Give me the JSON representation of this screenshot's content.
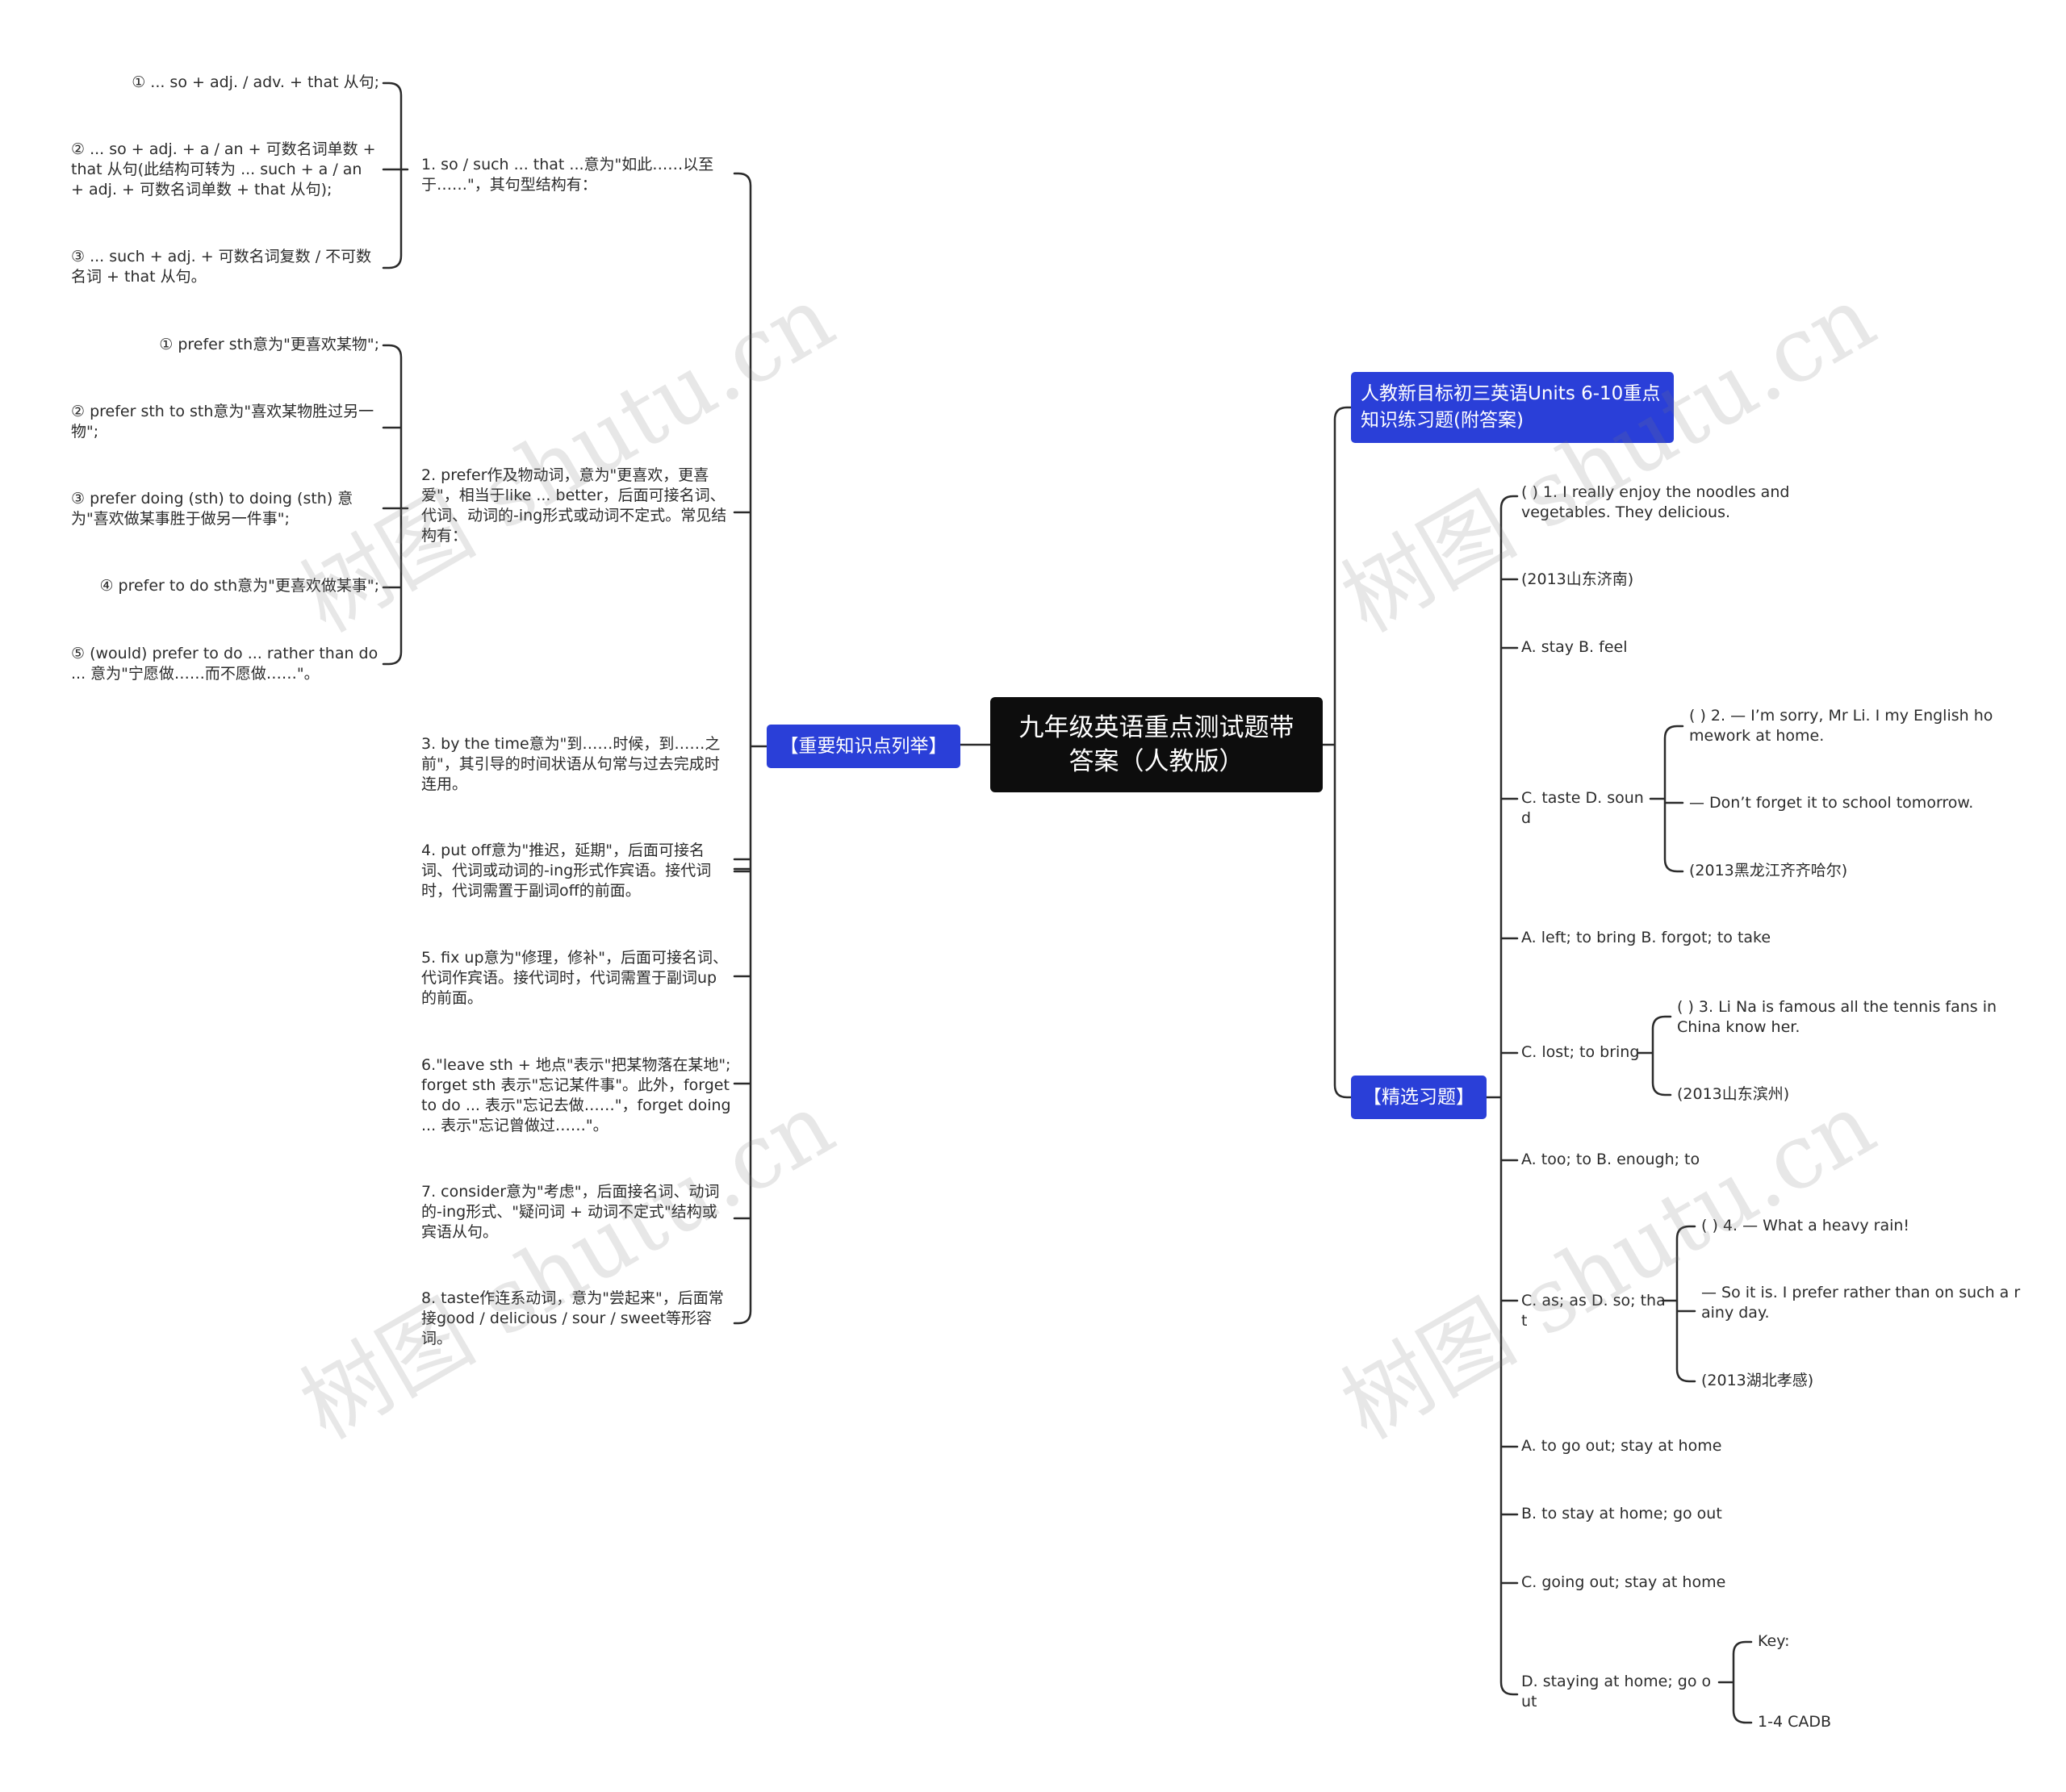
{
  "root": {
    "title": "九年级英语重点测试题带答案（人教版）"
  },
  "left": {
    "branch_label": "【重要知识点列举】",
    "points": [
      "1. so / such ... that ...意为\"如此……以至于……\"，其句型结构有：",
      "2. prefer作及物动词，意为\"更喜欢，更喜爱\"，相当于like ... better，后面可接名词、代词、动词的-ing形式或动词不定式。常见结构有：",
      "3. by the time意为\"到……时候，到……之前\"，其引导的时间状语从句常与过去完成时连用。",
      "4. put off意为\"推迟，延期\"，后面可接名词、代词或动词的-ing形式作宾语。接代词时，代词需置于副词off的前面。",
      "5. fix up意为\"修理，修补\"，后面可接名词、代词作宾语。接代词时，代词需置于副词up的前面。",
      "6.\"leave sth + 地点\"表示\"把某物落在某地\"; forget sth 表示\"忘记某件事\"。此外，forget to do ... 表示\"忘记去做……\"，forget doing ... 表示\"忘记曾做过……\"。",
      "7. consider意为\"考虑\"，后面接名词、动词的-ing形式、\"疑问词 + 动词不定式\"结构或宾语从句。",
      "8. taste作连系动词，意为\"尝起来\"，后面常接good / delicious / sour / sweet等形容词。"
    ],
    "so_such": [
      "① ... so + adj. / adv. + that 从句;",
      "② ... so + adj. + a / an + 可数名词单数 + that 从句(此结构可转为 ... such + a / an + adj. + 可数名词单数 + that 从句);",
      "③ ... such + adj. + 可数名词复数 / 不可数名词 + that 从句。"
    ],
    "prefer": [
      "① prefer sth意为\"更喜欢某物\";",
      "② prefer sth to sth意为\"喜欢某物胜过另一物\";",
      "③ prefer doing (sth) to doing (sth) 意为\"喜欢做某事胜于做另一件事\";",
      "④ prefer to do sth意为\"更喜欢做某事\";",
      "⑤ (would) prefer to do ... rather than do ... 意为\"宁愿做……而不愿做……\"。"
    ]
  },
  "right": {
    "title_label": "人教新目标初三英语Units 6-10重点知识练习题(附答案)",
    "branch_label": "【精选习题】",
    "items": [
      "( ) 1. I really enjoy the noodles and vegetables. They  delicious.",
      "(2013山东济南)",
      "A. stay B. feel",
      "C. taste D. sound",
      "A. left; to bring B. forgot; to take",
      "C. lost; to bring",
      "A. too; to B. enough; to",
      "C. as; as D. so; that",
      "A. to go out; stay at home",
      "B. to stay at home; go out",
      "C. going out; stay at home",
      "D. staying at home; go out"
    ],
    "q2": [
      "( ) 2. — I’m sorry, Mr Li. I  my English homework at home.",
      "— Don’t forget  it to school tomorrow.",
      "(2013黑龙江齐齐哈尔)"
    ],
    "q3": [
      "( ) 3. Li Na is  famous  all the tennis fans in China know her.",
      "(2013山东滨州)"
    ],
    "q4": [
      "( ) 4. — What a heavy rain!",
      "— So it is. I prefer  rather than  on such a rainy day.",
      "(2013湖北孝感)"
    ],
    "key": [
      "Key:",
      "1-4 CADB"
    ]
  },
  "watermark": "树图 shutu.cn"
}
